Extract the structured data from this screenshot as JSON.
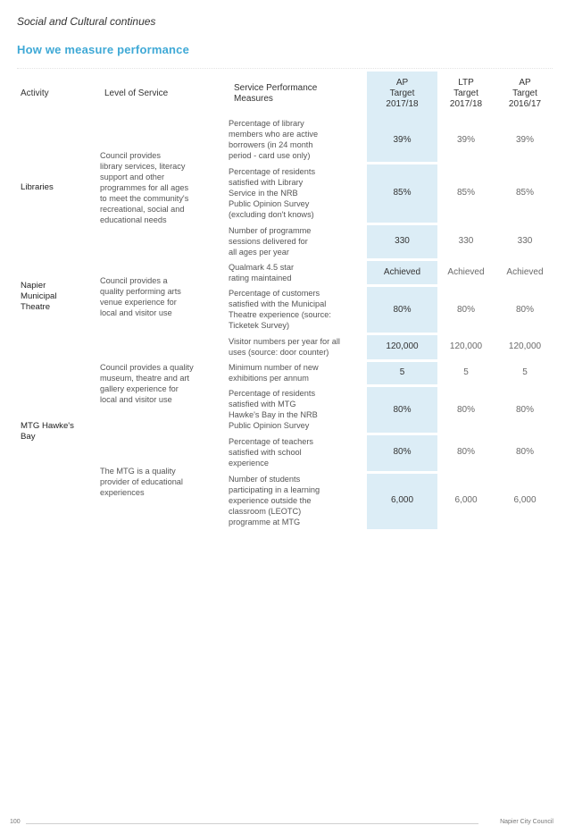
{
  "section_title": "Social and Cultural continues",
  "heading": "How we measure performance",
  "headers": {
    "activity": "Activity",
    "level": "Level of Service",
    "measure": [
      "Service Performance",
      "Measures"
    ],
    "ap1718": [
      "AP",
      "Target",
      "2017/18"
    ],
    "ltp1718": [
      "LTP",
      "Target",
      "2017/18"
    ],
    "ap1617": [
      "AP",
      "Target",
      "2016/17"
    ]
  },
  "activities": {
    "libraries": [
      "Libraries"
    ],
    "theatre": [
      "Napier",
      "Municipal",
      "Theatre"
    ],
    "mtg": [
      "MTG Hawke's",
      "Bay"
    ]
  },
  "levels": {
    "libraries": [
      "Council provides",
      "library services, literacy",
      "support and other",
      "programmes for all ages",
      "to meet the community's",
      "recreational, social and",
      "educational needs"
    ],
    "theatre": [
      "Council provides a",
      "quality performing arts",
      "venue experience for",
      "local and visitor use"
    ],
    "mtg1": [
      "Council provides a quality",
      "museum, theatre and art",
      "gallery experience for",
      "local and visitor use"
    ],
    "mtg2": [
      "The MTG is a quality",
      "provider of educational",
      "experiences"
    ]
  },
  "rows": [
    {
      "measure": [
        "Percentage of library",
        "members who are active",
        "borrowers (in 24 month",
        "period - card use only)"
      ],
      "ap1718": "39%",
      "ltp1718": "39%",
      "ap1617": "39%"
    },
    {
      "measure": [
        "Percentage of residents",
        "satisfied with Library",
        "Service in the NRB",
        "Public Opinion Survey",
        "(excluding don't knows)"
      ],
      "ap1718": "85%",
      "ltp1718": "85%",
      "ap1617": "85%"
    },
    {
      "measure": [
        "Number of programme",
        "sessions delivered for",
        "all ages per year"
      ],
      "ap1718": "330",
      "ltp1718": "330",
      "ap1617": "330"
    },
    {
      "measure": [
        "Qualmark 4.5 star",
        "rating maintained"
      ],
      "ap1718": "Achieved",
      "ltp1718": "Achieved",
      "ap1617": "Achieved"
    },
    {
      "measure": [
        "Percentage of customers",
        "satisfied with the Municipal",
        "Theatre experience (source:",
        "Ticketek Survey)"
      ],
      "ap1718": "80%",
      "ltp1718": "80%",
      "ap1617": "80%"
    },
    {
      "measure": [
        "Visitor numbers per year for all",
        "uses (source: door counter)"
      ],
      "ap1718": "120,000",
      "ltp1718": "120,000",
      "ap1617": "120,000"
    },
    {
      "measure": [
        "Minimum number of new",
        "exhibitions per annum"
      ],
      "ap1718": "5",
      "ltp1718": "5",
      "ap1617": "5"
    },
    {
      "measure": [
        "Percentage of residents",
        "satisfied with MTG",
        "Hawke's Bay in the NRB",
        "Public Opinion Survey"
      ],
      "ap1718": "80%",
      "ltp1718": "80%",
      "ap1617": "80%"
    },
    {
      "measure": [
        "Percentage of teachers",
        "satisfied with school",
        "experience"
      ],
      "ap1718": "80%",
      "ltp1718": "80%",
      "ap1617": "80%"
    },
    {
      "measure": [
        "Number of students",
        "participating in a learning",
        "experience outside the",
        "classroom (LEOTC)",
        "programme at MTG"
      ],
      "ap1718": "6,000",
      "ltp1718": "6,000",
      "ap1617": "6,000"
    }
  ],
  "footer": {
    "page": "100",
    "org": "Napier City Council"
  }
}
